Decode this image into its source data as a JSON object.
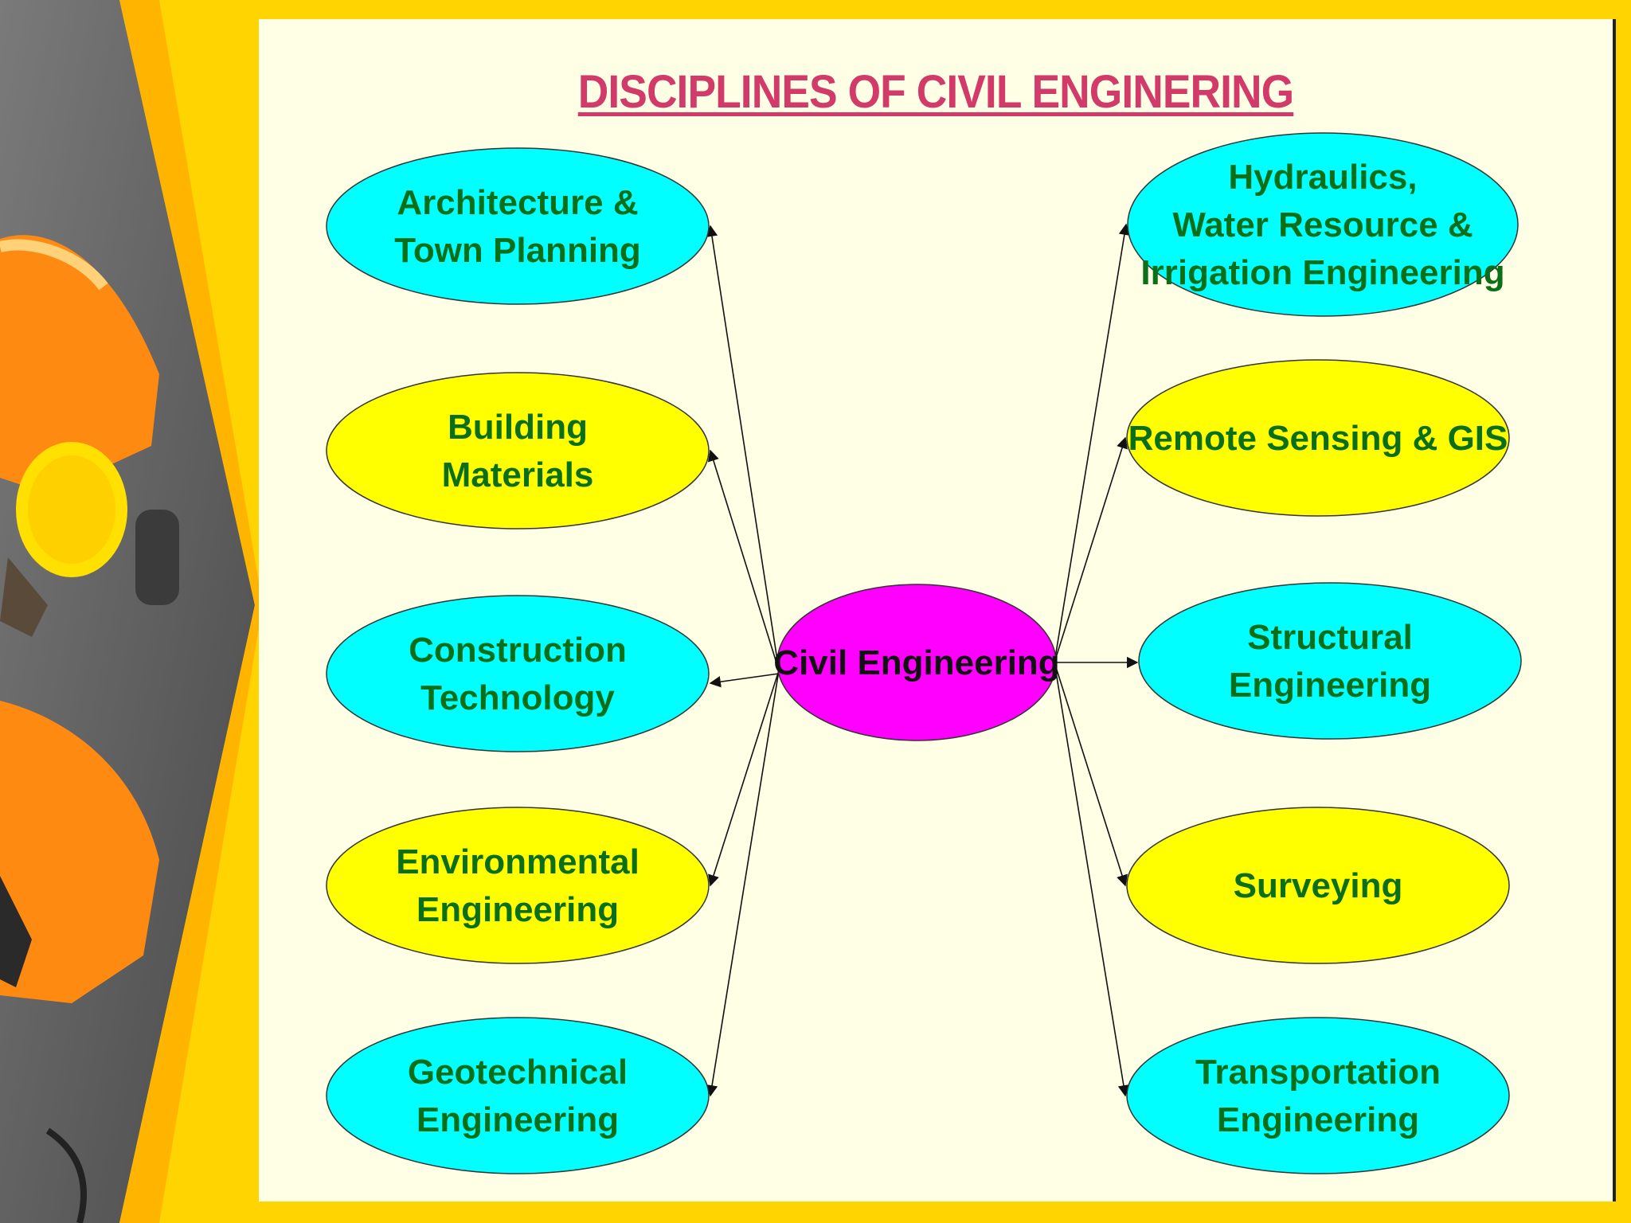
{
  "title": "DISCIPLINES OF CIVIL ENGINERING",
  "colors": {
    "background": "#ffd400",
    "slide": "#ffffe6",
    "title": "#d23a6a",
    "cyan_node": "#00ffff",
    "yellow_node": "#ffff00",
    "center_node": "#ff00ff",
    "node_text": "#0b6e18"
  },
  "center": {
    "label": "Civil Engineering"
  },
  "left_nodes": [
    {
      "lines": [
        "Architecture &",
        "Town Planning"
      ],
      "color": "cyan"
    },
    {
      "lines": [
        "Building",
        "Materials"
      ],
      "color": "yellow"
    },
    {
      "lines": [
        "Construction",
        "Technology"
      ],
      "color": "cyan"
    },
    {
      "lines": [
        "Environmental",
        "Engineering"
      ],
      "color": "yellow"
    },
    {
      "lines": [
        "Geotechnical",
        "Engineering"
      ],
      "color": "cyan"
    }
  ],
  "right_nodes": [
    {
      "lines": [
        "Hydraulics,",
        "Water Resource &",
        "Irrigation Engineering"
      ],
      "color": "cyan"
    },
    {
      "lines": [
        "Remote Sensing & GIS"
      ],
      "color": "yellow"
    },
    {
      "lines": [
        "Structural",
        "Engineering"
      ],
      "color": "cyan"
    },
    {
      "lines": [
        "Surveying"
      ],
      "color": "yellow"
    },
    {
      "lines": [
        "Transportation",
        "Engineering"
      ],
      "color": "cyan"
    }
  ]
}
